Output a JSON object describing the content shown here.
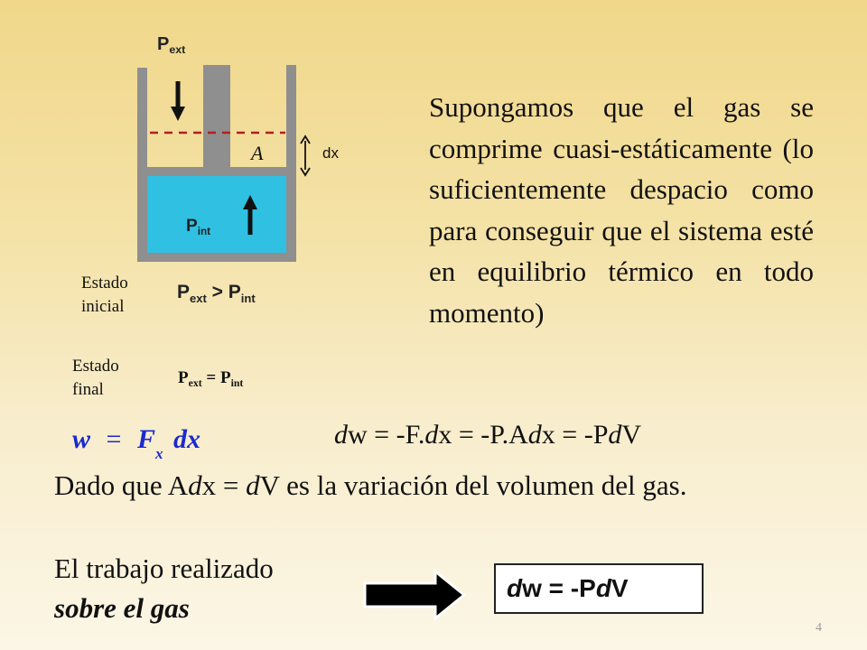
{
  "diagram": {
    "p_ext_main": "P",
    "p_ext_sub": "ext",
    "area_label": "A",
    "dx_label": "dx",
    "p_int_main": "P",
    "p_int_sub": "int"
  },
  "estado_inicial": {
    "label_line1": "Estado",
    "label_line2": "inicial",
    "p1": "P",
    "s1": "ext",
    "op": " > ",
    "p2": "P",
    "s2": "int"
  },
  "estado_final": {
    "label_line1": "Estado",
    "label_line2": "final",
    "p1": "P",
    "s1": "ext",
    "op": " = ",
    "p2": "P",
    "s2": "int"
  },
  "paragraph": "Supongamos que el gas se comprime cuasi-estáticamente (lo suficientemente despacio como para conseguir que el sistema esté en equilibrio térmico en todo momento)",
  "formula_w": {
    "w": "w",
    "eq": "=",
    "F": "F",
    "x": "x",
    "dx": "dx"
  },
  "dw_equation": {
    "d1": "d",
    "t1": "w = -F.",
    "d2": "d",
    "t2": "x = -P.A",
    "d3": "d",
    "t3": "x = -P",
    "d4": "d",
    "t4": "V"
  },
  "dado_que": {
    "t1": "Dado que A",
    "d1": "d",
    "t2": "x = ",
    "d2": "d",
    "t3": "V es la variación del volumen del gas."
  },
  "trabajo": {
    "line1": "El trabajo realizado",
    "line2": "sobre el gas"
  },
  "result_box": {
    "d1": "d",
    "t1": "w = -P",
    "d2": "d",
    "t2": "V"
  },
  "page_number": "4",
  "colors": {
    "background_top": "#f0d78a",
    "background_bottom": "#fbf6e6",
    "cylinder_gray": "#8f8f8f",
    "gas_cyan": "#2fc0e2",
    "dashed_line": "#b02020",
    "formula_blue": "#1a2ad0"
  }
}
